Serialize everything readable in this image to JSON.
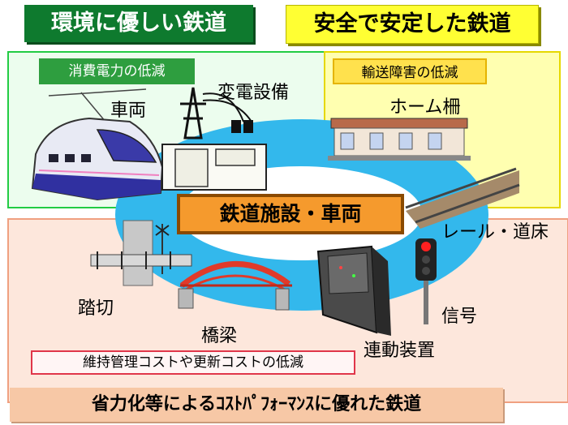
{
  "titles": {
    "eco": "環境に優しい鉄道",
    "safe": "安全で安定した鉄道",
    "cost": "省力化等によるｺｽﾄﾊﾟﾌｫｰﾏﾝｽに優れた鉄道"
  },
  "subtitles": {
    "power": "消費電力の低減",
    "disruption": "輸送障害の低減",
    "maintenance": "維持管理コストや更新コストの低減"
  },
  "center": "鉄道施設・車両",
  "labels": {
    "vehicle": "車両",
    "substation": "変電設備",
    "platform_door": "ホーム柵",
    "rail": "レール・道床",
    "signal": "信号",
    "interlocking": "連動装置",
    "bridge": "橋梁",
    "crossing": "踏切"
  },
  "colors": {
    "eco_green": "#0e7a2e",
    "safe_yellow": "#ffff33",
    "ring_blue": "#33b8ec",
    "center_orange": "#f59a2d"
  }
}
